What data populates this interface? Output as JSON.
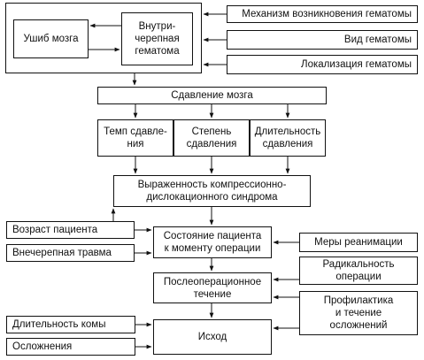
{
  "nodes": {
    "brain_injury": "Ушиб мозга",
    "intracranial_hematoma": "Внутри-\nчерепная\nгематома",
    "mechanism": "Механизм возникновения гематомы",
    "hematoma_type": "Вид гематомы",
    "hematoma_location": "Локализация гематомы",
    "compression": "Сдавление мозга",
    "compression_rate": "Темп сдавле-\nния",
    "compression_degree": "Степень\nсдавления",
    "compression_duration": "Длительность\nсдавления",
    "syndrome_severity": "Выраженность компрессионно-\nдислокационного синдрома",
    "patient_age": "Возраст пациента",
    "extracranial_trauma": "Внечерепная травма",
    "state_at_surgery": "Состояние пациента\nк моменту операции",
    "resuscitation": "Меры реанимации",
    "radicality": "Радикальность\nоперации",
    "postop_course": "Послеоперационное\nтечение",
    "prophylaxis": "Профилактика\nи течение\nосложнений",
    "coma_duration": "Длительность комы",
    "complications": "Осложнения",
    "outcome": "Исход"
  }
}
